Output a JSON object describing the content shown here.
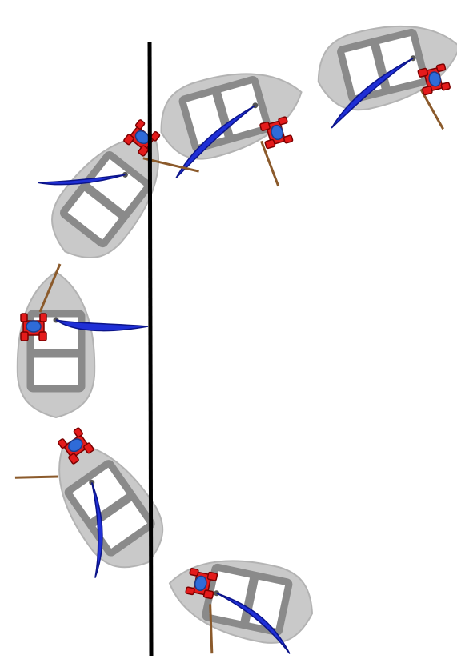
{
  "colors": {
    "background": "#ffffff",
    "hull": "#c9c9c9",
    "hull_edge": "#b3b3b3",
    "deck": "#ffffff",
    "frame": "#8a8a8a",
    "sail": "#1f2fd6",
    "sail_edge": "#0b148a",
    "sailor_body": "#e41b1b",
    "sailor_edge": "#7a0000",
    "sailor_head": "#2f6bd8",
    "tiller": "#8b5a2b",
    "reference_line": "#000000",
    "wash": "#dbe8f7"
  },
  "boats": [
    {
      "icon": "dinghy-icon",
      "sail_side": "starboard"
    },
    {
      "icon": "dinghy-icon",
      "sail_side": "starboard"
    },
    {
      "icon": "dinghy-icon",
      "sail_side": "port"
    },
    {
      "icon": "dinghy-icon",
      "sail_side": "port"
    },
    {
      "icon": "dinghy-icon",
      "sail_side": "port"
    },
    {
      "icon": "dinghy-icon",
      "sail_side": "port"
    }
  ]
}
